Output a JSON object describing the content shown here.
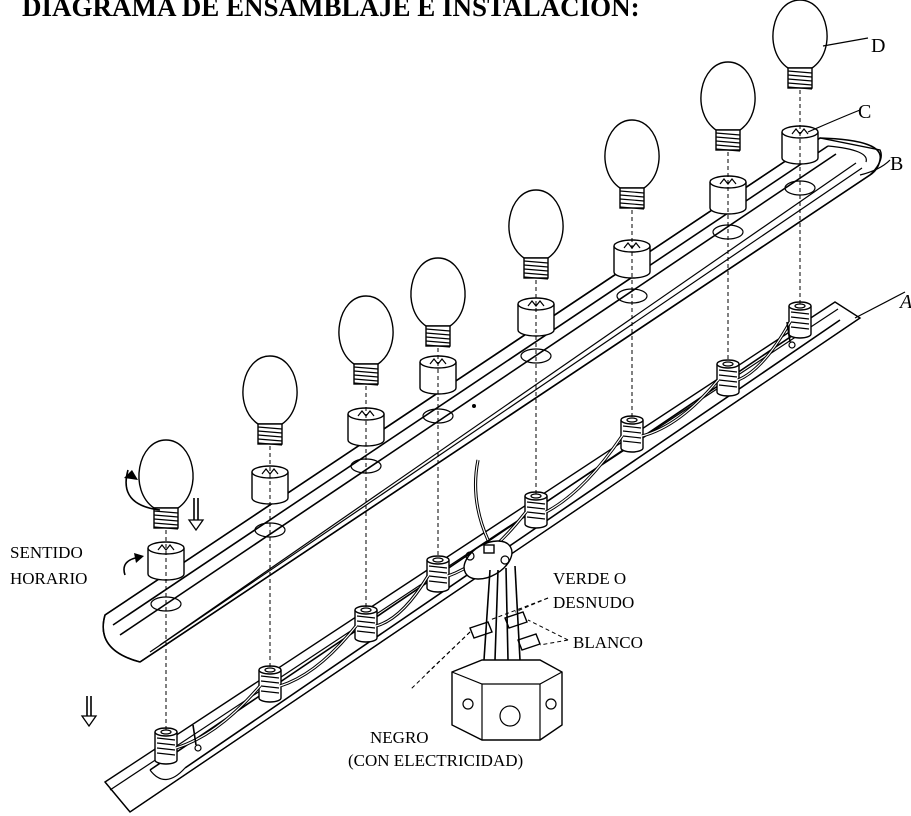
{
  "title": "DIAGRAMA DE ENSAMBLAJE E INSTALACION:",
  "parts": {
    "a": "A",
    "b": "B",
    "c": "C",
    "d": "D"
  },
  "labels": {
    "sentido": "SENTIDO",
    "horario": "HORARIO",
    "verde": "VERDE O",
    "desnudo": "DESNUDO",
    "blanco": "BLANCO",
    "negro": "NEGRO",
    "con_electricidad": "(CON ELECTRICIDAD)"
  }
}
